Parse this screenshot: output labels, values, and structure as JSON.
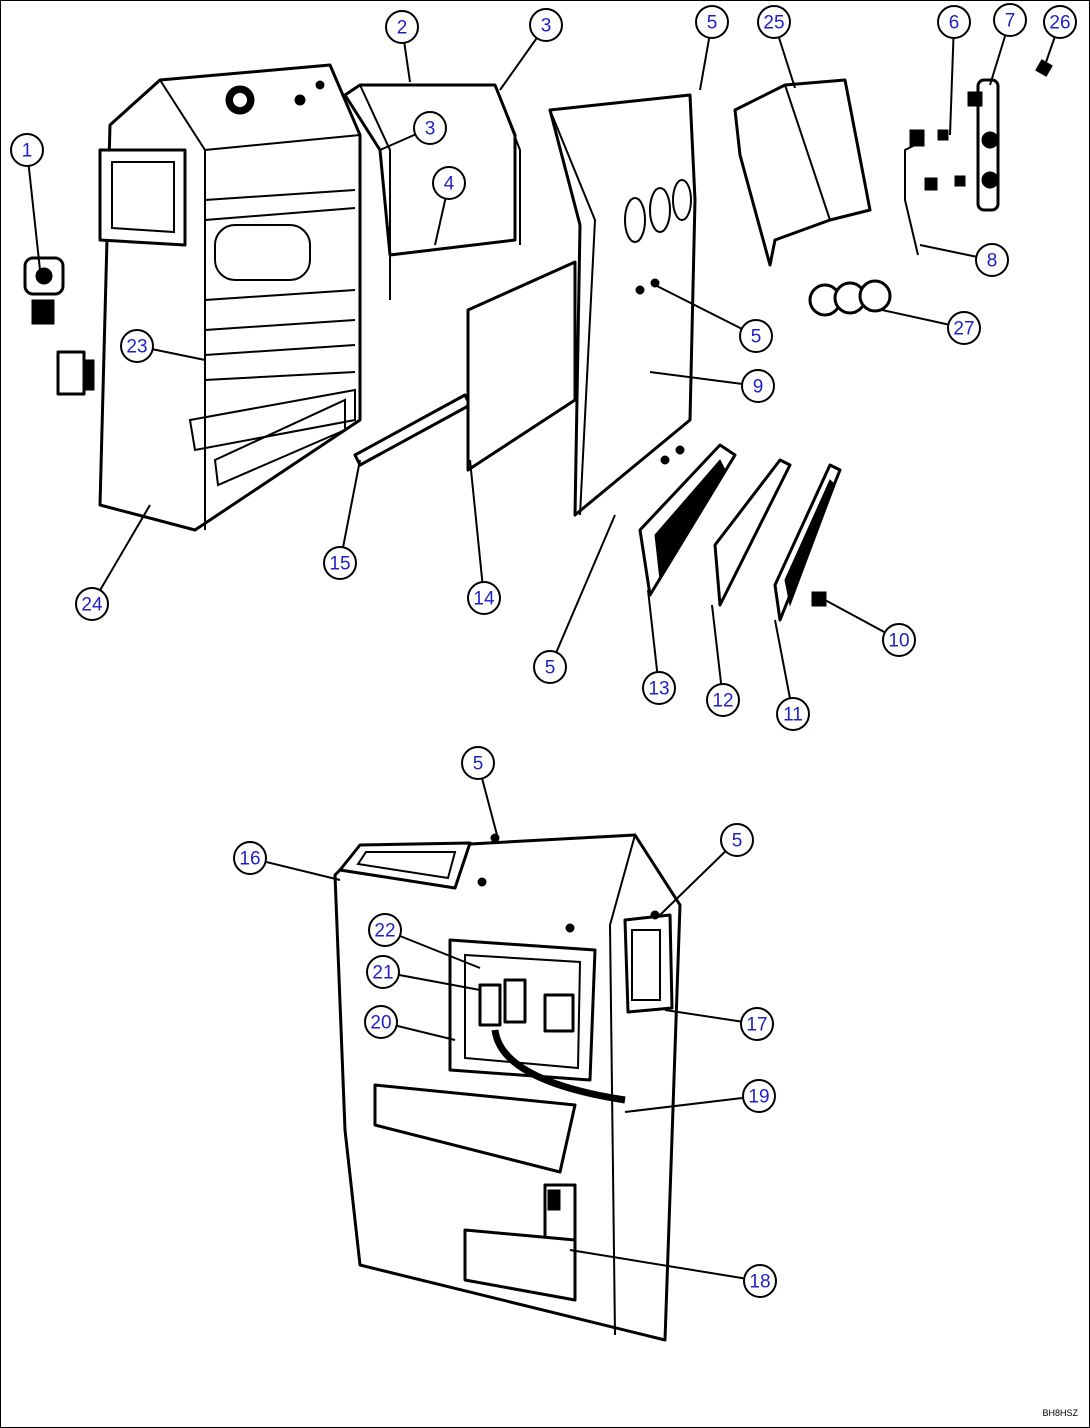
{
  "diagram": {
    "drawing_code": "BH8HSZ",
    "callouts": [
      {
        "id": "c1",
        "label": "1"
      },
      {
        "id": "c2",
        "label": "2"
      },
      {
        "id": "c3a",
        "label": "3"
      },
      {
        "id": "c3b",
        "label": "3"
      },
      {
        "id": "c4",
        "label": "4"
      },
      {
        "id": "c5a",
        "label": "5"
      },
      {
        "id": "c25",
        "label": "25"
      },
      {
        "id": "c6",
        "label": "6"
      },
      {
        "id": "c7",
        "label": "7"
      },
      {
        "id": "c26",
        "label": "26"
      },
      {
        "id": "c8",
        "label": "8"
      },
      {
        "id": "c27",
        "label": "27"
      },
      {
        "id": "c5b",
        "label": "5"
      },
      {
        "id": "c9",
        "label": "9"
      },
      {
        "id": "c23",
        "label": "23"
      },
      {
        "id": "c24",
        "label": "24"
      },
      {
        "id": "c15",
        "label": "15"
      },
      {
        "id": "c14",
        "label": "14"
      },
      {
        "id": "c5c",
        "label": "5"
      },
      {
        "id": "c13",
        "label": "13"
      },
      {
        "id": "c12",
        "label": "12"
      },
      {
        "id": "c11",
        "label": "11"
      },
      {
        "id": "c10",
        "label": "10"
      },
      {
        "id": "c5d",
        "label": "5"
      },
      {
        "id": "c16",
        "label": "16"
      },
      {
        "id": "c5e",
        "label": "5"
      },
      {
        "id": "c22",
        "label": "22"
      },
      {
        "id": "c21",
        "label": "21"
      },
      {
        "id": "c20",
        "label": "20"
      },
      {
        "id": "c17",
        "label": "17"
      },
      {
        "id": "c19",
        "label": "19"
      },
      {
        "id": "c18",
        "label": "18"
      }
    ]
  }
}
